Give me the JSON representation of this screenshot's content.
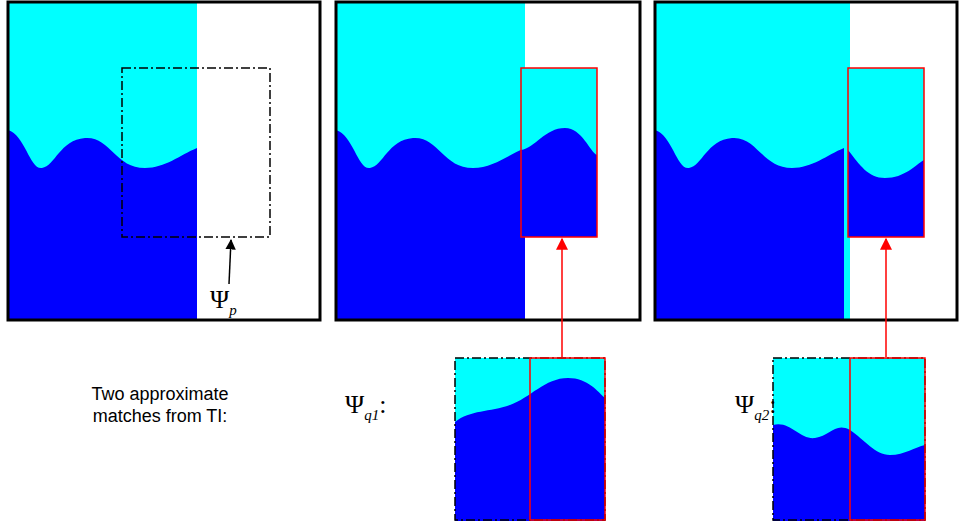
{
  "diagram": {
    "labels": [
      "Ψp",
      "Two approximate matches from TI:",
      "Ψq1:",
      "Ψq2:"
    ]
  }
}
